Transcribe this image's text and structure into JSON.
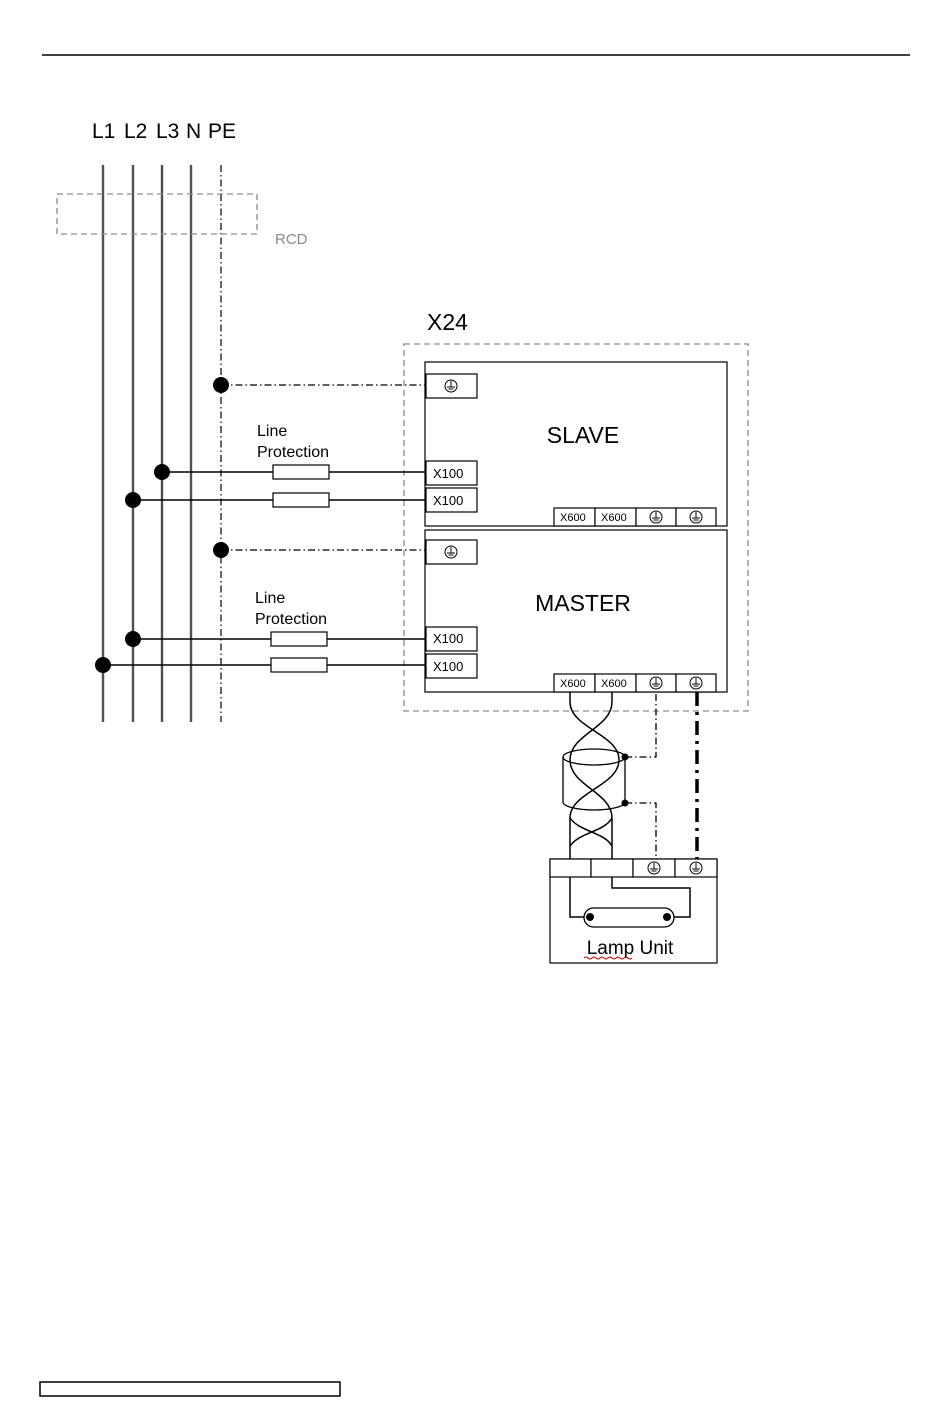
{
  "supply": {
    "bus_labels": [
      "L1",
      "L2",
      "L3",
      "N",
      "PE"
    ],
    "rcd_label": "RCD"
  },
  "cabinet": {
    "label": "X24",
    "slave": {
      "title": "SLAVE",
      "earth_icon": "earth-ground-icon",
      "protection_label_line1": "Line",
      "protection_label_line2": "Protection",
      "terminals": [
        "X100",
        "X100"
      ],
      "bus_terminals": [
        "X600",
        "X600"
      ]
    },
    "master": {
      "title": "MASTER",
      "earth_icon": "earth-ground-icon",
      "protection_label_line1": "Line",
      "protection_label_line2": "Protection",
      "terminals": [
        "X100",
        "X100"
      ],
      "bus_terminals": [
        "X600",
        "X600"
      ]
    }
  },
  "lamp_unit": {
    "label": "Lamp Unit"
  },
  "colors": {
    "line": "#000000",
    "rail": "#505050",
    "rcd": "#8a8a8a",
    "cabinet_border": "#8a8a8a",
    "spellcheck_underline": "#cc0000"
  }
}
